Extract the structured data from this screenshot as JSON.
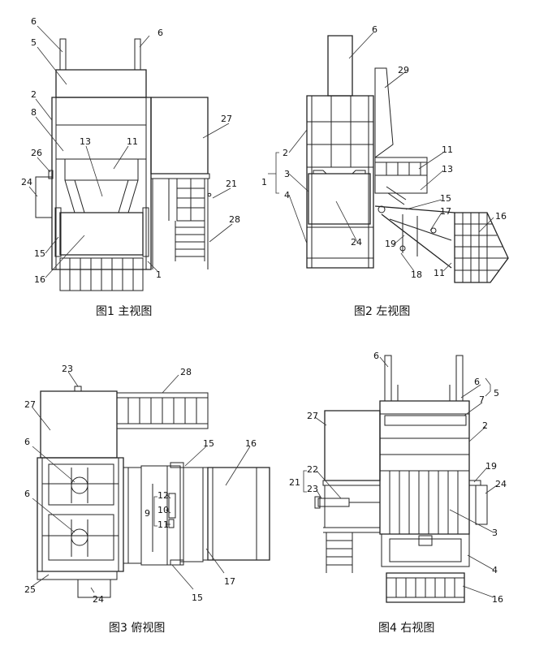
{
  "figures": [
    {
      "id": "fig1",
      "caption": "图1  主视图",
      "labels": [
        "6",
        "5",
        "6",
        "2",
        "8",
        "27",
        "13",
        "11",
        "26",
        "24",
        "21",
        "28",
        "15",
        "16",
        "1"
      ]
    },
    {
      "id": "fig2",
      "caption": "图2  左视图",
      "labels": [
        "6",
        "29",
        "2",
        "1",
        "3",
        "4",
        "11",
        "13",
        "15",
        "17",
        "16",
        "24",
        "19",
        "18",
        "11"
      ]
    },
    {
      "id": "fig3",
      "caption": "图3  俯视图",
      "labels": [
        "23",
        "28",
        "27",
        "6",
        "15",
        "16",
        "6",
        "12",
        "9",
        "10",
        "11",
        "25",
        "24",
        "15",
        "17"
      ]
    },
    {
      "id": "fig4",
      "caption": "图4  右视图",
      "labels": [
        "6",
        "6",
        "5",
        "7",
        "27",
        "2",
        "22",
        "21",
        "23",
        "19",
        "24",
        "3",
        "4",
        "16"
      ]
    }
  ]
}
